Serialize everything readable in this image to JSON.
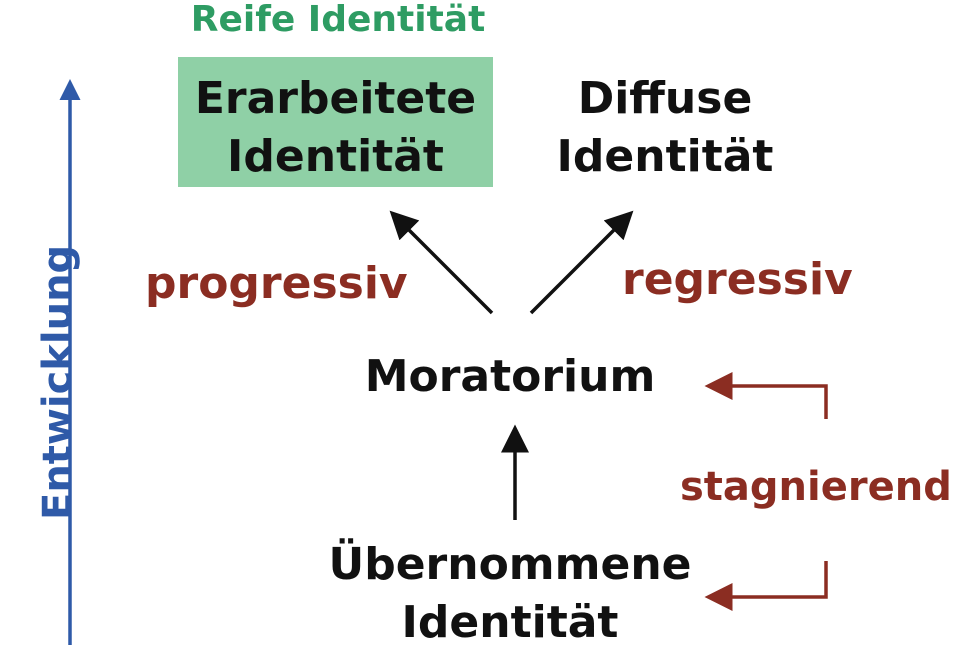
{
  "colors": {
    "box_fill": "#8fd0a6",
    "green_text": "#2e9c63",
    "red_text": "#8b2d22",
    "blue_axis": "#2f5aa8",
    "black": "#111111"
  },
  "axis": {
    "label": "Entwicklung"
  },
  "top_caption": "Reife Identität",
  "nodes": {
    "erarbeitete": {
      "line1": "Erarbeitete",
      "line2": "Identität"
    },
    "diffuse": {
      "line1": "Diffuse",
      "line2": "Identität"
    },
    "moratorium": "Moratorium",
    "uebernommene": {
      "line1": "Übernommene",
      "line2": "Identität"
    }
  },
  "transitions": {
    "progressiv": "progressiv",
    "regressiv": "regressiv",
    "stagnierend": "stagnierend"
  }
}
